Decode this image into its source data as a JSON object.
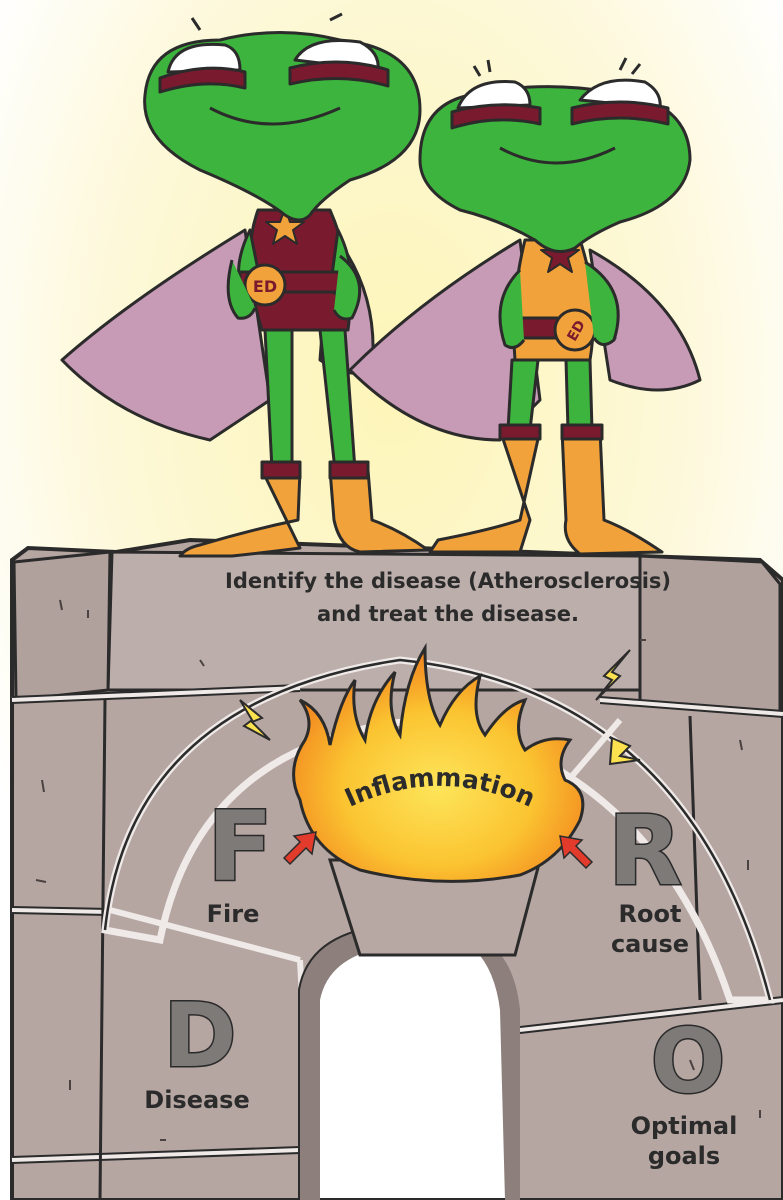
{
  "top_caption": {
    "line1": "Identify the disease (Atherosclerosis)",
    "line2": "and treat the disease."
  },
  "keystone": {
    "label": "Inflammation"
  },
  "stones": [
    {
      "letter": "F",
      "label": "Fire"
    },
    {
      "letter": "R",
      "label_line1": "Root",
      "label_line2": "cause"
    },
    {
      "letter": "D",
      "label": "Disease"
    },
    {
      "letter": "O",
      "label_line1": "Optimal",
      "label_line2": "goals"
    }
  ],
  "belt_emblem": "ED",
  "colors": {
    "background_glow": "#fdf6c4",
    "stone": "#b7a8a4",
    "stone_mortar": "#ebe6e4",
    "frog_green": "#3db43d",
    "suit_maroon": "#7a1a2e",
    "boot_orange": "#f2a23a",
    "cape_pink": "#c79ab6",
    "flame_orange": "#f49a1d",
    "flame_yellow": "#fde24f"
  }
}
